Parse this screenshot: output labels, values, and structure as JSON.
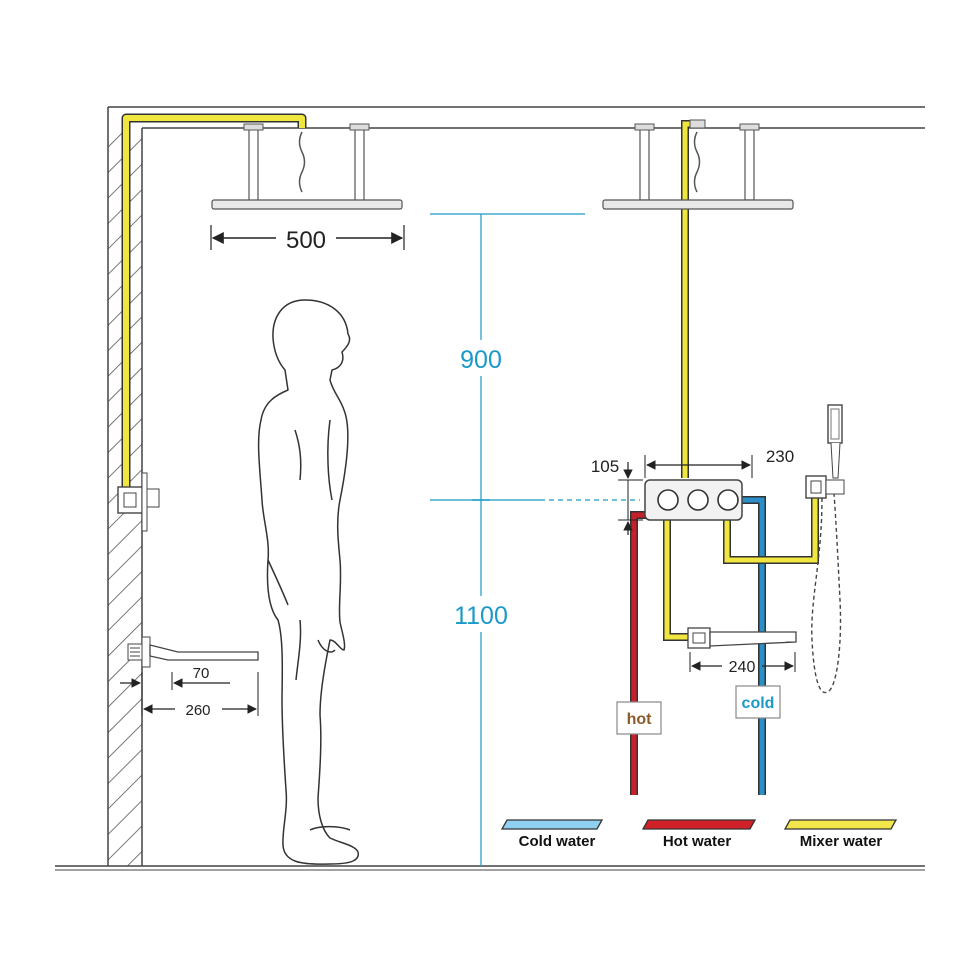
{
  "dimensions": {
    "shower_head_width": "500",
    "ceiling_to_valve": "900",
    "valve_to_floor": "1100",
    "valve_height": "105",
    "valve_to_handshower": "230",
    "spout_length_right": "240",
    "spout_offset_left": "70",
    "spout_length_left": "260"
  },
  "pipe_tags": {
    "hot": "hot",
    "cold": "cold"
  },
  "legend": {
    "cold": {
      "label": "Cold water",
      "color": "#8fd0f2"
    },
    "hot": {
      "label": "Hot water",
      "color": "#d0202a"
    },
    "mixer": {
      "label": "Mixer water",
      "color": "#f2e64a"
    }
  },
  "colors": {
    "hot_pipe": "#c8202a",
    "cold_pipe": "#2a8fc8",
    "mixer_pipe": "#f0e640",
    "dimension_accent": "#1a9ac8"
  }
}
